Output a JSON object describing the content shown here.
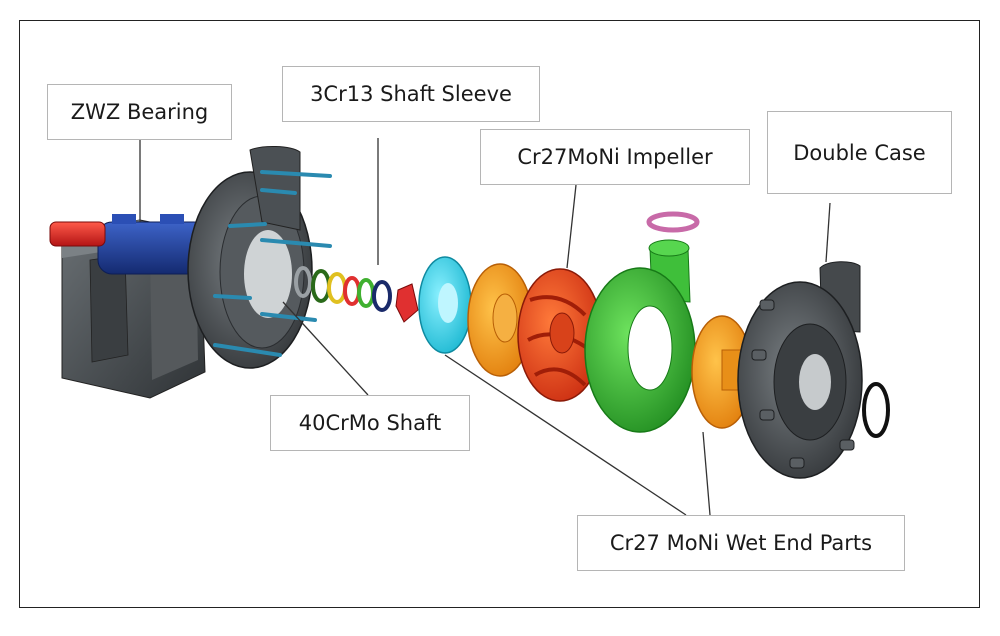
{
  "labels": {
    "bearing": "ZWZ Bearing",
    "sleeve": "3Cr13 Shaft Sleeve",
    "impeller": "Cr27MoNi Impeller",
    "case": "Double Case",
    "shaft": "40CrMo Shaft",
    "wet_end": "Cr27 MoNi Wet End Parts"
  },
  "colors": {
    "frame_body": "#4a4f52",
    "bearing_housing": "#1f3f9a",
    "shaft": "#d8262a",
    "shaft_sleeve": "#8a4a22",
    "throatbush": "#33d3e8",
    "frame_plate_liner": "#f39a1a",
    "impeller": "#f04a1a",
    "volute": "#3fbf3a",
    "gasket": "#c86aa8",
    "outer_case": "#3e4245",
    "studs": "#49b8e0"
  }
}
